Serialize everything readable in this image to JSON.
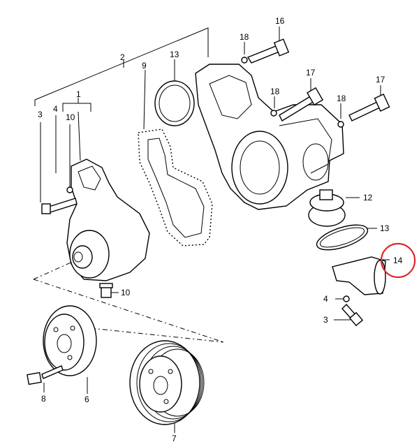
{
  "callouts": {
    "c1": "1",
    "c2": "2",
    "c3a": "3",
    "c3b": "3",
    "c4a": "4",
    "c4b": "4",
    "c6": "6",
    "c7": "7",
    "c8": "8",
    "c9": "9",
    "c10a": "10",
    "c10b": "10",
    "c12": "12",
    "c13a": "13",
    "c13b": "13",
    "c14": "14",
    "c16": "16",
    "c17a": "17",
    "c17b": "17",
    "c18a": "18",
    "c18b": "18",
    "c18c": "18"
  },
  "highlight_color": "#e0262a"
}
